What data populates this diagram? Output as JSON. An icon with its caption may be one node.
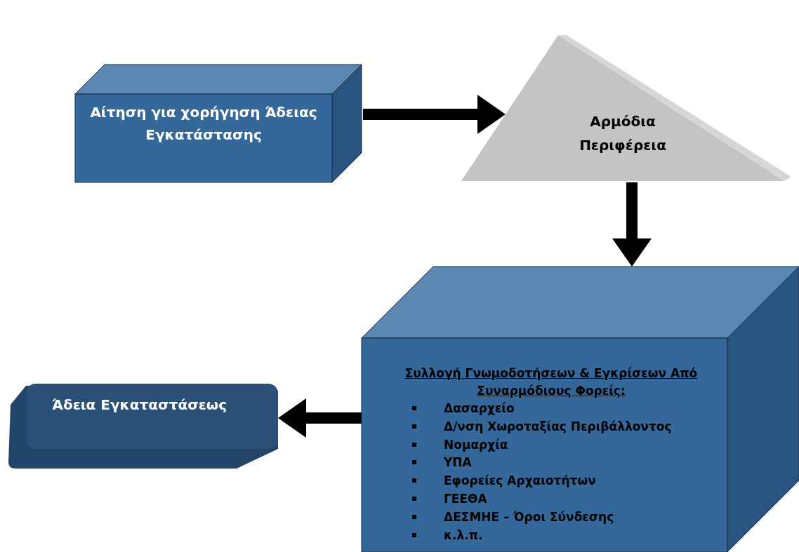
{
  "diagram": {
    "nodes": [
      {
        "text": [
          "Αίτηση για χορήγηση Άδειας Εγκατάστασης"
        ]
      },
      {
        "text": [
          "Αρμόδια Περιφέρεια"
        ]
      },
      {
        "text": [
          "Συλλογή Γνωμοδοτήσεων & Εγκρίσεων Από Συναρμόδιους Φορείς:",
          "Δασαρχείο",
          "Δ/νση Χωροταξίας Περιβάλλοντος",
          "Νομαρχία",
          "ΥΠΑ",
          "Εφορείες Αρχαιοτήτων",
          "ΓΕΕΘΑ",
          "ΔΕΣΜΗΕ – Όροι Σύνδεσης",
          "κ.λ.π."
        ]
      },
      {
        "text": [
          "Άδεια Εγκαταστάσεως"
        ]
      }
    ],
    "edges": [
      {
        "from": 0,
        "to": 1,
        "arrow": "to"
      },
      {
        "from": 1,
        "to": 2,
        "arrow": "to"
      },
      {
        "from": 2,
        "to": 3,
        "arrow": "to"
      }
    ]
  }
}
